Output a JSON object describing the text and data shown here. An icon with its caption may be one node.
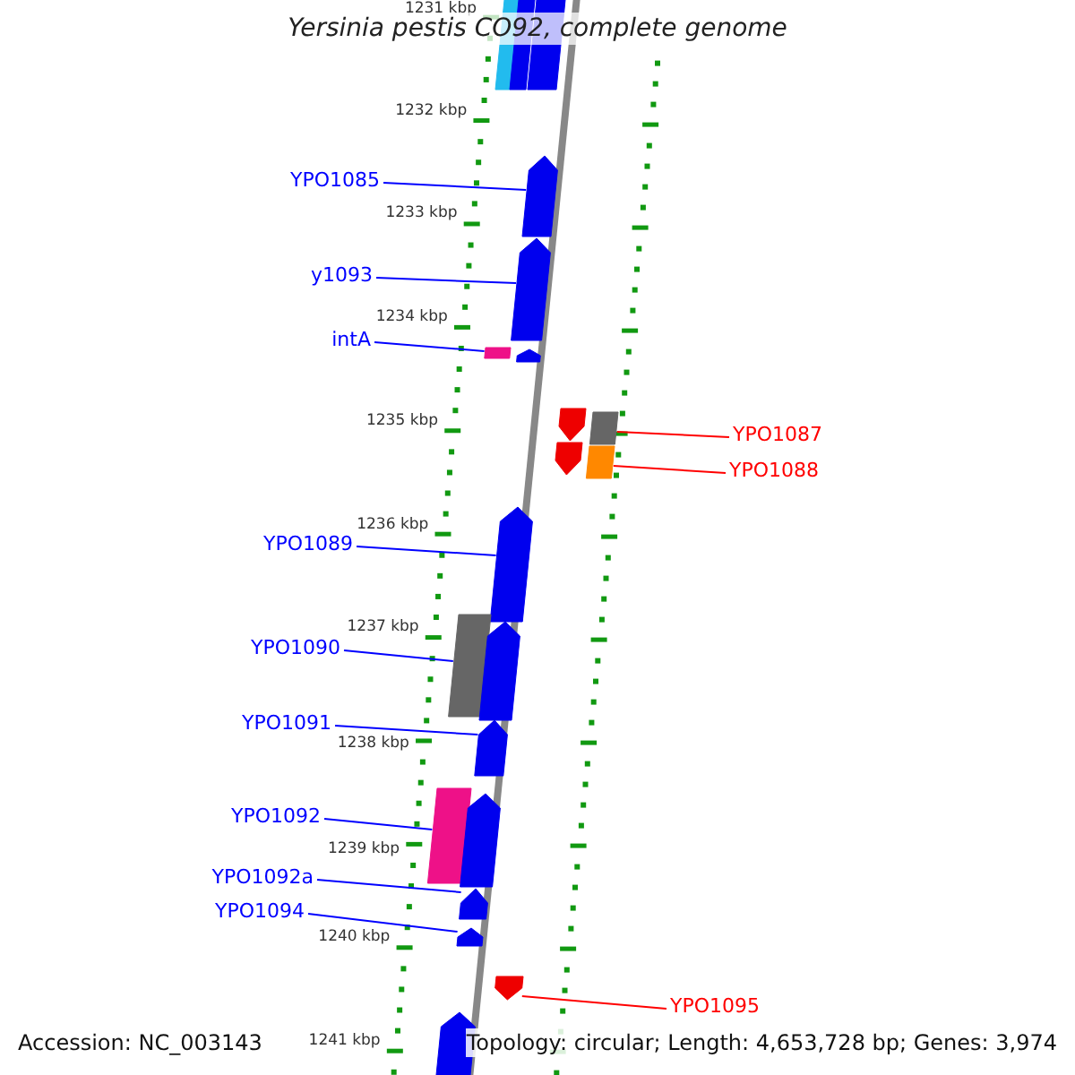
{
  "diagram": {
    "title": "Yersinia pestis CO92, complete genome",
    "nodes": [
      {
        "text": [
          "YPO1085"
        ]
      },
      {
        "text": [
          "y1093"
        ]
      },
      {
        "text": [
          "intA"
        ]
      },
      {
        "text": [
          "YPO1087"
        ]
      },
      {
        "text": [
          "YPO1088"
        ]
      },
      {
        "text": [
          "YPO1089"
        ]
      },
      {
        "text": [
          "YPO1090"
        ]
      },
      {
        "text": [
          "YPO1091"
        ]
      },
      {
        "text": [
          "YPO1092"
        ]
      },
      {
        "text": [
          "YPO1092a"
        ]
      },
      {
        "text": [
          "YPO1094"
        ]
      },
      {
        "text": [
          "YPO1095"
        ]
      },
      {
        "text": [],
        "shape": "box"
      },
      {
        "text": [],
        "shape": "box"
      },
      {
        "text": [],
        "shape": "box"
      },
      {
        "text": [],
        "shape": "arrow"
      },
      {
        "text": [],
        "shape": "arrow"
      },
      {
        "text": [],
        "shape": "arrow"
      },
      {
        "text": [],
        "shape": "box"
      },
      {
        "text": [],
        "shape": "arrow"
      },
      {
        "text": [],
        "shape": "arrow"
      },
      {
        "text": [],
        "shape": "box"
      },
      {
        "text": [],
        "shape": "box"
      },
      {
        "text": [],
        "shape": "arrow"
      },
      {
        "text": [],
        "shape": "box"
      },
      {
        "text": [],
        "shape": "arrow"
      },
      {
        "text": [],
        "shape": "arrow"
      },
      {
        "text": [],
        "shape": "box"
      },
      {
        "text": [],
        "shape": "arrow"
      },
      {
        "text": [],
        "shape": "arrow"
      },
      {
        "text": [],
        "shape": "arrow"
      },
      {
        "text": [],
        "shape": "arrow"
      },
      {
        "text": [],
        "shape": "arrow"
      }
    ],
    "edges": [
      {
        "from": 0,
        "to": 15,
        "arrow": "none"
      },
      {
        "from": 1,
        "to": 16,
        "arrow": "none"
      },
      {
        "from": 2,
        "to": 18,
        "arrow": "none"
      },
      {
        "from": 3,
        "to": 21,
        "arrow": "none",
        "color": "#ff0000"
      },
      {
        "from": 4,
        "to": 22,
        "arrow": "none",
        "color": "#ff0000"
      },
      {
        "from": 5,
        "to": 23,
        "arrow": "none"
      },
      {
        "from": 6,
        "to": 24,
        "arrow": "none"
      },
      {
        "from": 7,
        "to": 26,
        "arrow": "none"
      },
      {
        "from": 8,
        "to": 27,
        "arrow": "none"
      },
      {
        "from": 9,
        "to": 29,
        "arrow": "none"
      },
      {
        "from": 10,
        "to": 30,
        "arrow": "none"
      },
      {
        "from": 11,
        "to": 31,
        "arrow": "none",
        "color": "#ff0000"
      }
    ],
    "labels": [
      "1231 kbp",
      "1232 kbp",
      "1233 kbp",
      "1234 kbp",
      "1235 kbp",
      "1236 kbp",
      "1237 kbp",
      "1238 kbp",
      "1239 kbp",
      "1240 kbp",
      "1241 kbp",
      "Accession: NC_003143",
      "Topology: circular; Length: 4,653,728 bp; Genes: 3,974"
    ]
  }
}
